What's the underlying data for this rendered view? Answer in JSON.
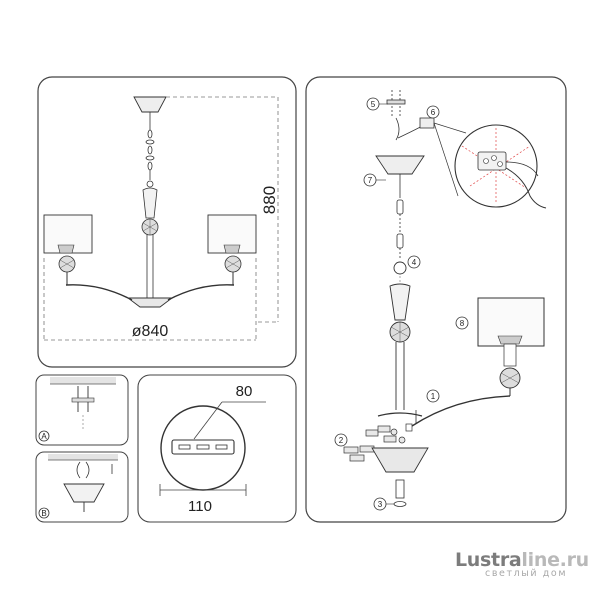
{
  "panels": {
    "overview": {
      "height_dimension": "880",
      "diameter_dimension": "ø840"
    },
    "bracket": {
      "dimension_width": "110",
      "dimension_spacing": "80"
    },
    "step_a": {
      "label": "A"
    },
    "step_b": {
      "label": "B"
    },
    "assembly": {
      "callouts": [
        "1",
        "2",
        "3",
        "4",
        "5",
        "6",
        "7",
        "8"
      ]
    }
  },
  "watermark": {
    "brand_part1": "Lustra",
    "brand_part2": "line.ru",
    "tagline": "светлый дом"
  },
  "colors": {
    "line": "#333333",
    "dash": "#888888",
    "wire_red": "#e04545",
    "logo_dark": "#7c7c7c",
    "logo_light": "#b9b9b9"
  }
}
